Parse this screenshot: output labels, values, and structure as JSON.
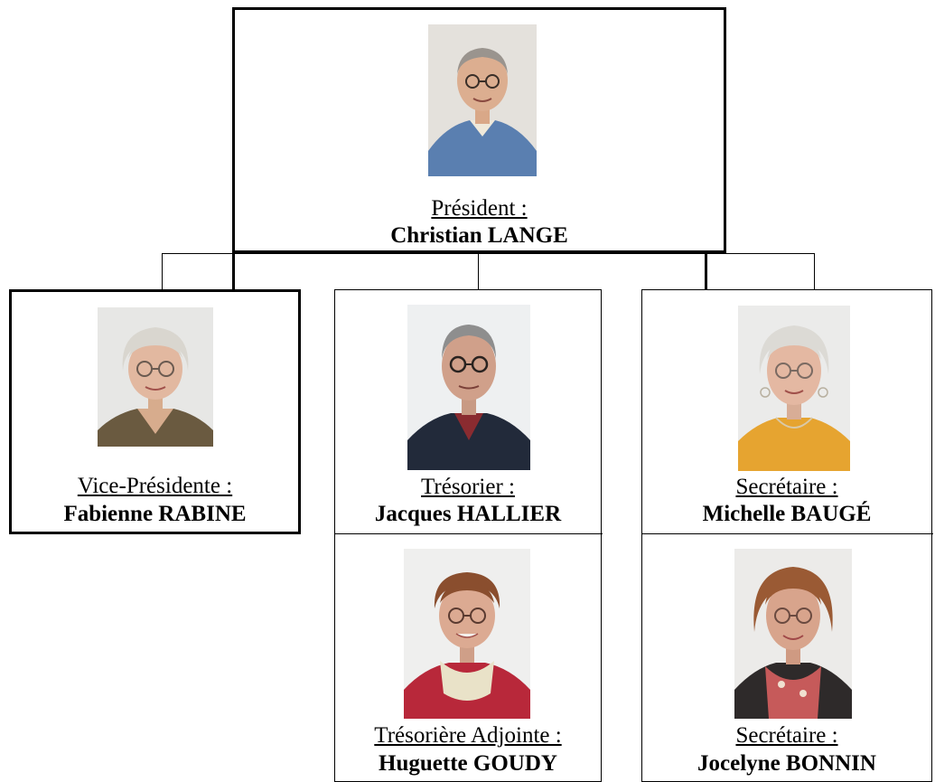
{
  "president": {
    "role": "Président :",
    "name": "Christian LANGE"
  },
  "vice_president": {
    "role": "Vice-Présidente :",
    "name": "Fabienne RABINE"
  },
  "treasurer": {
    "role": "Trésorier :",
    "name": "Jacques HALLIER"
  },
  "deputy_treasurer": {
    "role": "Trésorière Adjointe :",
    "name": "Huguette GOUDY"
  },
  "secretary": {
    "role": "Secrétaire :",
    "name": "Michelle BAUGÉ"
  },
  "secretary_2": {
    "role": "Secrétaire :",
    "name": "Jocelyne BONNIN"
  },
  "colors": {
    "line": "#000000",
    "background": "#ffffff"
  }
}
